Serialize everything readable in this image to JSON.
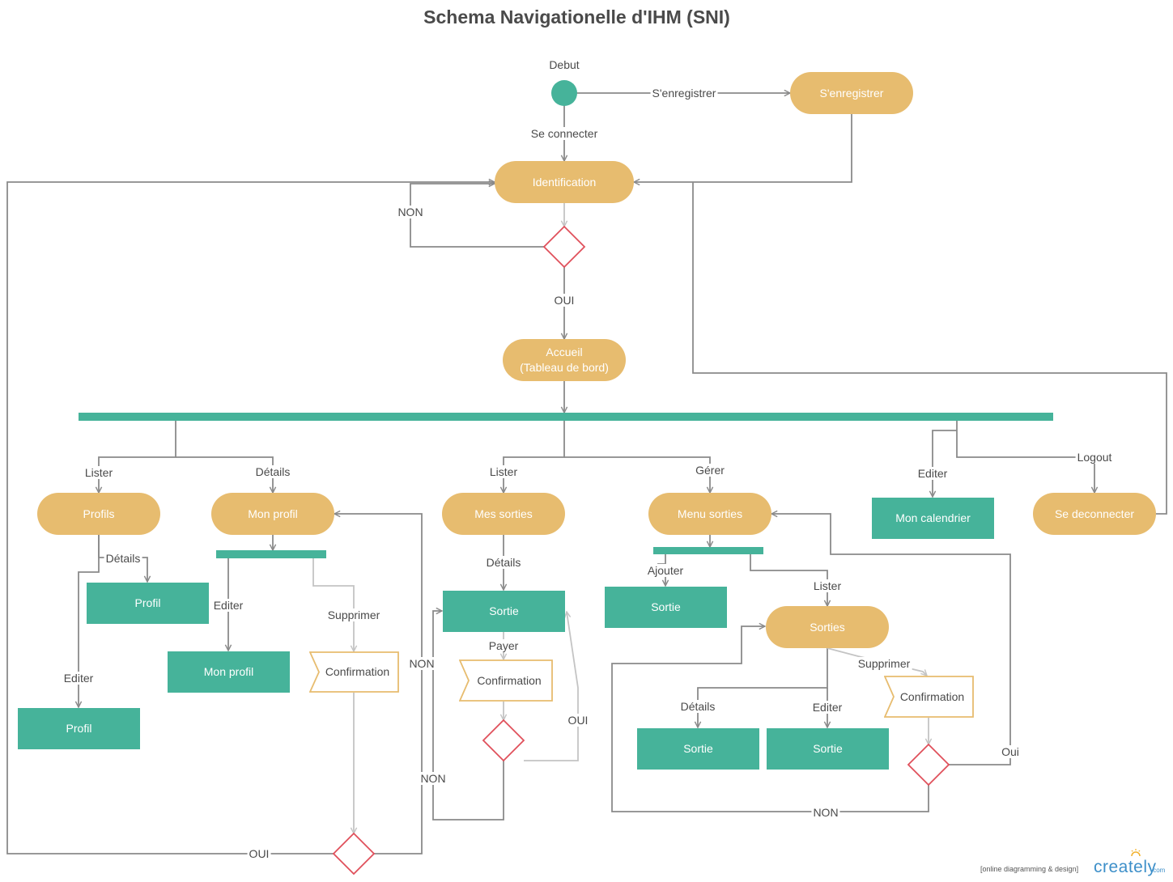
{
  "diagram": {
    "title": "Schema Navigationelle d'IHM (SNI)",
    "colors": {
      "state": "#e7bc6f",
      "page": "#46b39a",
      "bar": "#46b39a",
      "decision": "#e0505b",
      "start": "#46b39a",
      "confirmation_border": "#e7bc6f",
      "connector": "#8a8a8a",
      "connector_light": "#c4c4c4"
    },
    "nodes": {
      "senregistrer": "S'enregistrer",
      "identification": "Identification",
      "accueil_line1": "Accueil",
      "accueil_line2": "(Tableau de bord)",
      "profils": "Profils",
      "mon_profil_state": "Mon profil",
      "mes_sorties": "Mes sorties",
      "menu_sorties": "Menu sorties",
      "mon_calendrier": "Mon calendrier",
      "se_deconnecter": "Se deconnecter",
      "profil_details": "Profil",
      "profil_editer": "Profil",
      "mon_profil_edit": "Mon profil",
      "confirmation_profil": "Confirmation",
      "sortie_details": "Sortie",
      "confirmation_payer": "Confirmation",
      "sortie_ajouter": "Sortie",
      "sorties_state": "Sorties",
      "confirmation_sorties": "Confirmation",
      "sortie_sorties_details": "Sortie",
      "sortie_sorties_editer": "Sortie"
    },
    "labels": {
      "debut": "Debut",
      "senregistrer": "S'enregistrer",
      "se_connecter": "Se connecter",
      "non_ident": "NON",
      "oui_ident": "OUI",
      "lister_profils": "Lister",
      "details_mon_profil": "Détails",
      "lister_mes_sorties": "Lister",
      "gerer": "Gérer",
      "editer_calendrier": "Editer",
      "logout": "Logout",
      "details_profils": "Détails",
      "editer_profils": "Editer",
      "editer_mon_profil": "Editer",
      "supprimer_mon_profil": "Supprimer",
      "details_mes_sorties": "Détails",
      "payer": "Payer",
      "oui_payer": "OUI",
      "non_payer": "NON",
      "non_profil": "NON",
      "oui_profil": "OUI",
      "ajouter": "Ajouter",
      "lister_sorties": "Lister",
      "supprimer_sorties": "Supprimer",
      "details_sorties": "Détails",
      "editer_sorties": "Editer",
      "oui_sorties": "Oui",
      "non_sorties": "NON"
    }
  },
  "branding": {
    "tagline": "[online diagramming & design]",
    "logo_main": "creately",
    "logo_suffix": ".com"
  }
}
